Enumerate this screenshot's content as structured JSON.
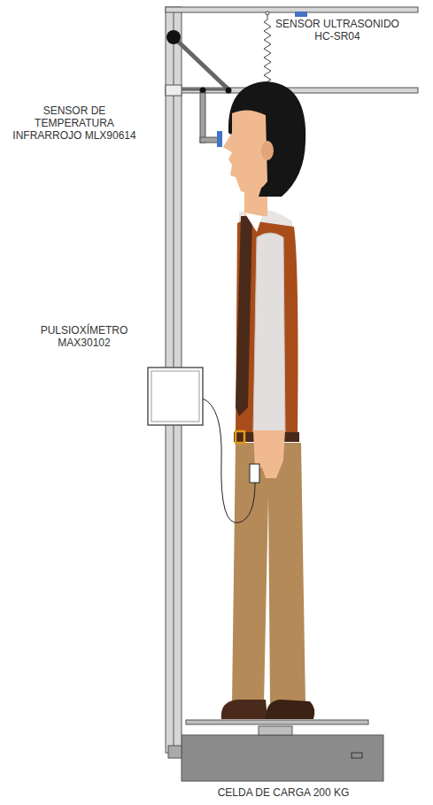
{
  "diagram": {
    "labels": [
      "SENSOR ULTRASONIDO HC-SR04",
      "SENSOR DE TEMPERATURA INFRARROJO MLX90614",
      "PULSIOXÍMETRO MAX30102",
      "CELDA DE CARGA 200 KG"
    ]
  }
}
